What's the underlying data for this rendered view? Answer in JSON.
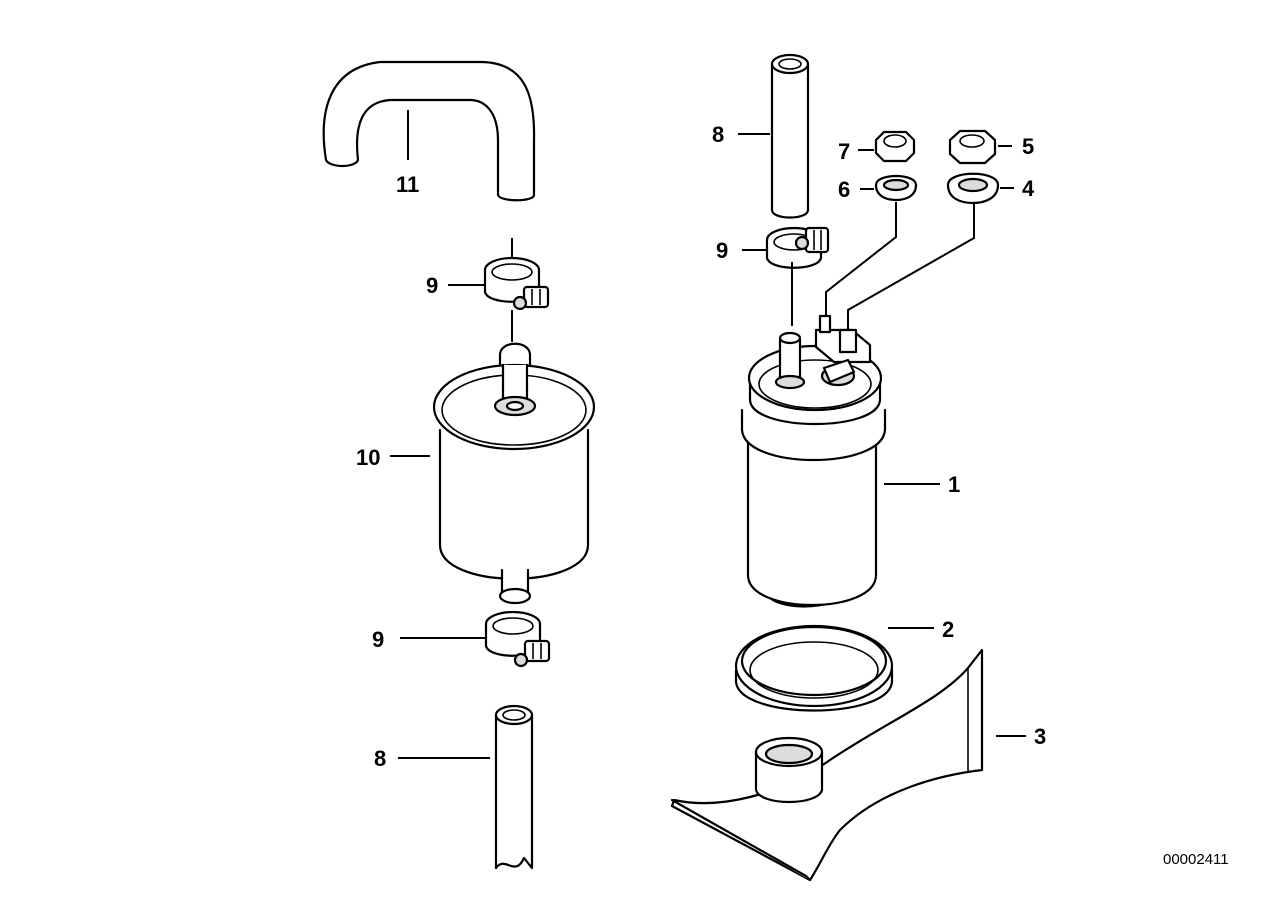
{
  "diagram": {
    "drawing_number": "00002411",
    "callouts": {
      "c1": "1",
      "c2": "2",
      "c3": "3",
      "c4": "4",
      "c5": "5",
      "c6": "6",
      "c7": "7",
      "c8a": "8",
      "c8b": "8",
      "c9a": "9",
      "c9b": "9",
      "c9c": "9",
      "c10": "10",
      "c11": "11"
    }
  }
}
